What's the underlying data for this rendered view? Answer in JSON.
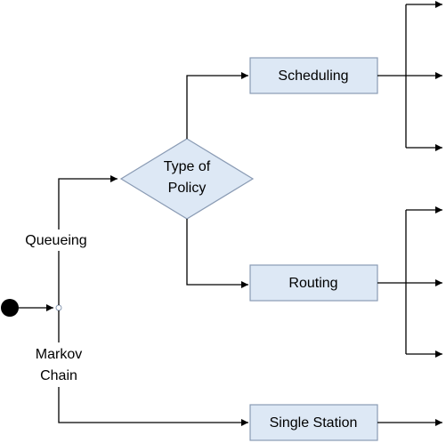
{
  "colors": {
    "line": "#000000",
    "node_fill": "#dde8f5",
    "node_stroke": "#8a9bb4",
    "start_dot": "#000000"
  },
  "nodes": {
    "decision": {
      "line1": "Type of",
      "line2": "Policy"
    },
    "scheduling": {
      "label": "Scheduling"
    },
    "routing": {
      "label": "Routing"
    },
    "single_station": {
      "label": "Single Station"
    }
  },
  "edges": {
    "queueing": {
      "label": "Queueing"
    },
    "markov_chain": {
      "line1": "Markov",
      "line2": "Chain"
    }
  }
}
